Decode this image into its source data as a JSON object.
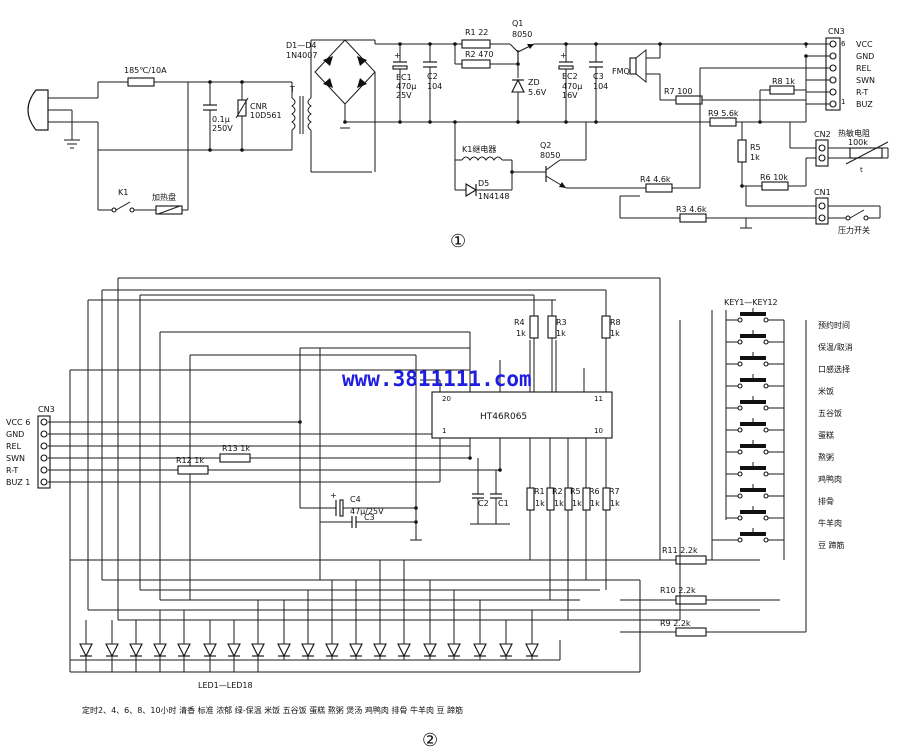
{
  "circuit1": {
    "fuse": "185℃/10A",
    "cap_c": "0.1μ",
    "cap_c_v": "250V",
    "cnr": "CNR",
    "cnr_val": "10D561",
    "transformer": "T",
    "bridge": "D1—D4",
    "bridge_part": "1N4007",
    "ec1": "EC1",
    "ec1_val": "470μ",
    "ec1_v": "25V",
    "c2": "C2",
    "c2_val": "104",
    "r1": "R1  22",
    "r2": "R2  470",
    "q1": "Q1",
    "q1_part": "8050",
    "zd": "ZD",
    "zd_val": "5.6V",
    "ec2": "EC2",
    "ec2_val": "470μ",
    "ec2_v": "16V",
    "c3": "C3",
    "c3_val": "104",
    "fmq": "FMQ",
    "r7": "R7  100",
    "r8": "R8  1k",
    "r9": "R9  5.6k",
    "r5": "R5",
    "r5_val": "1k",
    "r6": "R6  10k",
    "r4": "R4  4.6k",
    "r3": "R3  4.6k",
    "k1relay": "K1继电器",
    "d5": "D5",
    "d5_part": "1N4148",
    "q2": "Q2",
    "q2_part": "8050",
    "k1": "K1",
    "heater": "加热盘",
    "cn3": "CN3",
    "cn3_pins": [
      "VCC",
      "GND",
      "REL",
      "SWN",
      "R-T",
      "BUZ"
    ],
    "cn3_n6": "6",
    "cn3_n1": "1",
    "cn2": "CN2",
    "thermistor": "热敏电阻",
    "therm_val": "100k",
    "therm_t": "t",
    "cn1": "CN1",
    "pressure": "压力开关",
    "label": "①"
  },
  "circuit2": {
    "cn3": "CN3",
    "cn3_pins": [
      "VCC 6",
      "GND",
      "REL",
      "SWN",
      "R-T",
      "BUZ 1"
    ],
    "r4": "R4",
    "r4_val": "1k",
    "r3": "R3",
    "r3_val": "1k",
    "r8": "R8",
    "r8_val": "1k",
    "r13": "R13  1k",
    "r12": "R12  1k",
    "ic": "HT46R065",
    "pin20": "20",
    "pin1": "1",
    "pin11": "11",
    "pin10": "10",
    "c4": "C4",
    "c4_val": "47μ/25V",
    "c3": "C3",
    "c2": "C2",
    "c1": "C1",
    "rbank": [
      {
        "name": "R1",
        "val": "1k"
      },
      {
        "name": "R2",
        "val": "1k"
      },
      {
        "name": "R5",
        "val": "1k"
      },
      {
        "name": "R6",
        "val": "1k"
      },
      {
        "name": "R7",
        "val": "1k"
      }
    ],
    "r11": "R11  2.2k",
    "r10": "R10  2.2k",
    "r9": "R9  2.2k",
    "keys_title": "KEY1—KEY12",
    "keys": [
      "预约时间",
      "保温/取消",
      "口感选择",
      "米饭",
      "五谷饭",
      "蛋糕",
      "熬粥",
      "鸡鸭肉",
      "排骨",
      "牛羊肉",
      "豆 蹄筋"
    ],
    "led_title": "LED1—LED18",
    "led_caption": "定时2、4、6、8、10小时 清香 标准 浓郁 绿-保温 米饭 五谷饭 蛋糕 熬粥 煲汤 鸡鸭肉 排骨 牛羊肉 豆 蹄筋",
    "label": "②"
  },
  "watermark": "www.3811111.com"
}
